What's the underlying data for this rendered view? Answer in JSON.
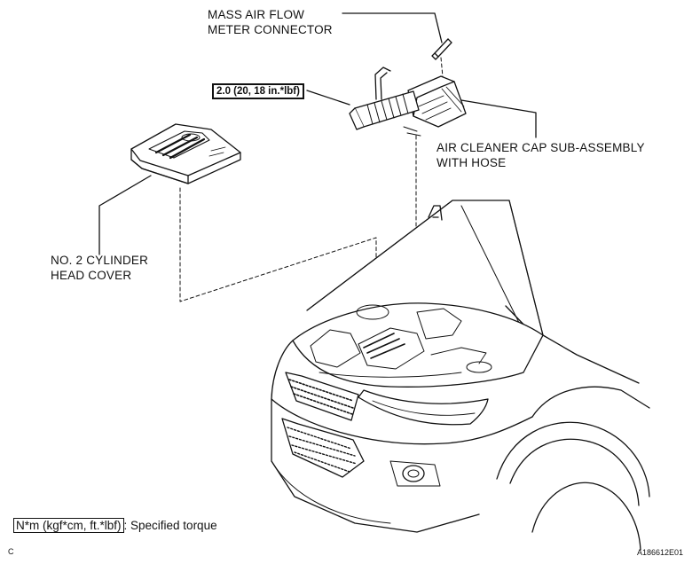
{
  "labels": {
    "maf_line1": "MASS AIR FLOW",
    "maf_line2": "METER CONNECTOR",
    "aircleaner_line1": "AIR CLEANER CAP SUB-ASSEMBLY",
    "aircleaner_line2": "WITH HOSE",
    "cover_line1": "NO. 2 CYLINDER",
    "cover_line2": "HEAD COVER"
  },
  "torque": {
    "value": "2.0 (20, 18 in.*lbf)"
  },
  "legend": {
    "unit_box": "N*m (kgf*cm, ft.*lbf)",
    "description": ": Specified torque"
  },
  "corner": {
    "left_code": "C",
    "figure_id": "A186612E01"
  }
}
